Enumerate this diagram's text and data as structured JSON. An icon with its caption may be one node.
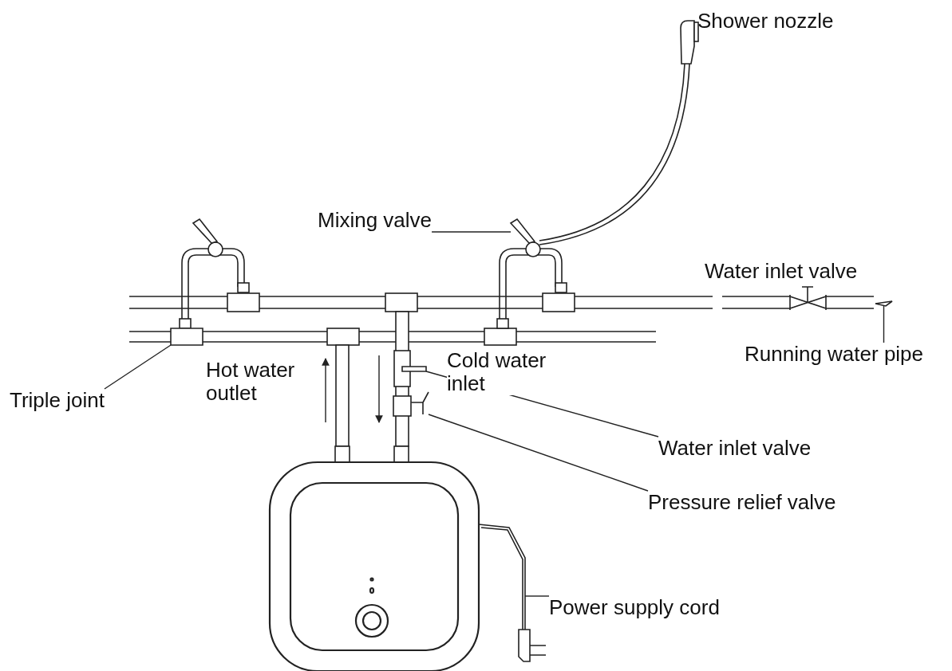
{
  "diagram": {
    "nodes": [
      {
        "text": [
          "Mixing valve"
        ]
      },
      {
        "text": [
          "Running water pipe"
        ]
      },
      {
        "text": [
          "Triple joint"
        ]
      },
      {
        "text": [
          "Water inlet valve"
        ]
      },
      {
        "text": [
          "Pressure relief valve"
        ]
      },
      {
        "text": [
          "Power supply cord"
        ]
      },
      {
        "text": [],
        "shape": "valve"
      },
      {
        "text": [],
        "shape": "pipe"
      },
      {
        "text": [],
        "shape": "box"
      },
      {
        "text": [],
        "shape": "valve"
      },
      {
        "text": [],
        "shape": "valve"
      },
      {
        "text": [],
        "shape": "cord"
      }
    ],
    "edges": [
      {
        "from": 0,
        "to": 6,
        "arrow": "none"
      },
      {
        "from": 1,
        "to": 7,
        "arrow": "none"
      },
      {
        "from": 2,
        "to": 8,
        "arrow": "none"
      },
      {
        "from": 3,
        "to": 9,
        "arrow": "none"
      },
      {
        "from": 4,
        "to": 10,
        "arrow": "none"
      },
      {
        "from": 5,
        "to": 11,
        "arrow": "none"
      }
    ],
    "labels": [
      "Shower nozzle",
      "Water inlet valve",
      "Hot water outlet",
      "Cold water inlet"
    ]
  }
}
